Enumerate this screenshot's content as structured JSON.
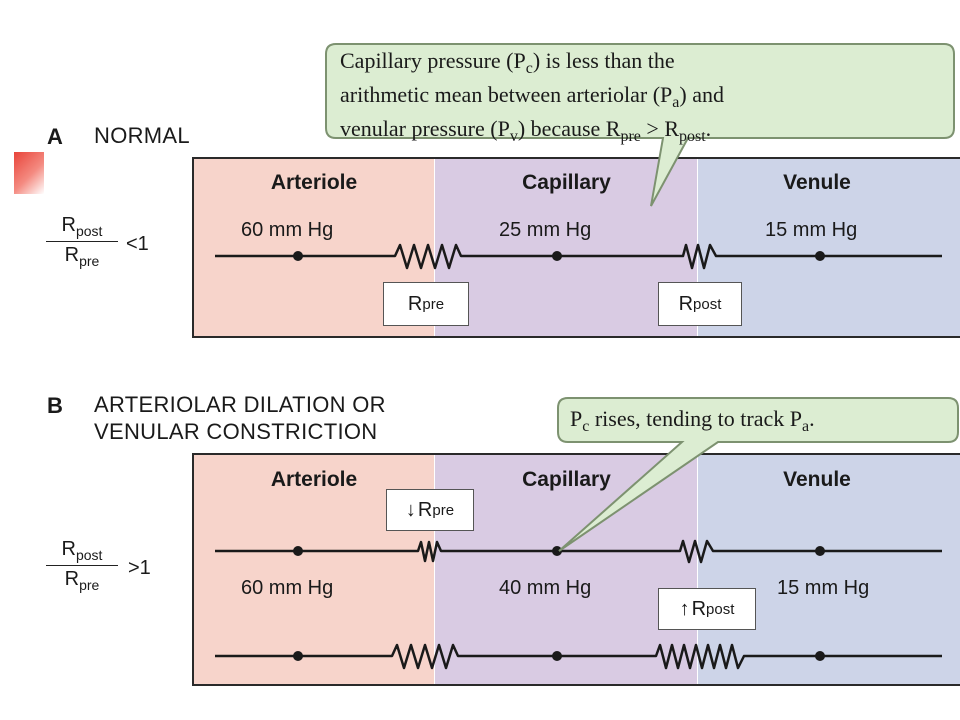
{
  "section_a": {
    "letter": "A",
    "title": "NORMAL",
    "callout": {
      "line1_pre": "Capillary pressure (P",
      "line1_sub": "c",
      "line1_post": ") is less than the",
      "line2_pre": "arithmetic mean between arteriolar (P",
      "line2_sub": "a",
      "line2_post": ") and",
      "line3_pre": "venular pressure (P",
      "line3_sub": "v",
      "line3_mid": ") because R",
      "line3_sub2": "pre",
      "line3_gt": " > R",
      "line3_sub3": "post",
      "line3_end": "."
    },
    "zones": {
      "arteriole": "Arteriole",
      "capillary": "Capillary",
      "venule": "Venule"
    },
    "pressures": {
      "arteriole": "60 mm Hg",
      "capillary": "25 mm Hg",
      "venule": "15 mm Hg"
    },
    "r_pre": {
      "base": "R",
      "sub": "pre"
    },
    "r_post": {
      "base": "R",
      "sub": "post"
    },
    "ratio": {
      "num_base": "R",
      "num_sub": "post",
      "den_base": "R",
      "den_sub": "pre",
      "relation": "<1"
    }
  },
  "section_b": {
    "letter": "B",
    "title_line1": "ARTERIOLAR DILATION OR",
    "title_line2": "VENULAR CONSTRICTION",
    "callout": {
      "pre": "P",
      "sub1": "c",
      "mid": " rises, tending to track P",
      "sub2": "a",
      "end": "."
    },
    "zones": {
      "arteriole": "Arteriole",
      "capillary": "Capillary",
      "venule": "Venule"
    },
    "pressures": {
      "arteriole": "60 mm Hg",
      "capillary": "40 mm Hg",
      "venule": "15 mm Hg"
    },
    "r_pre": {
      "arrow": "↓",
      "base": "R",
      "sub": "pre"
    },
    "r_post": {
      "arrow": "↑",
      "base": "R",
      "sub": "post"
    },
    "ratio": {
      "num_base": "R",
      "num_sub": "post",
      "den_base": "R",
      "den_sub": "pre",
      "relation": ">1"
    }
  },
  "colors": {
    "arteriole": "#f7d4cb",
    "capillary": "#d9cbe3",
    "venule": "#cdd4e8",
    "callout_bg": "#dcedd2",
    "callout_border": "#7d9270",
    "accent_red": "#e8443a"
  }
}
